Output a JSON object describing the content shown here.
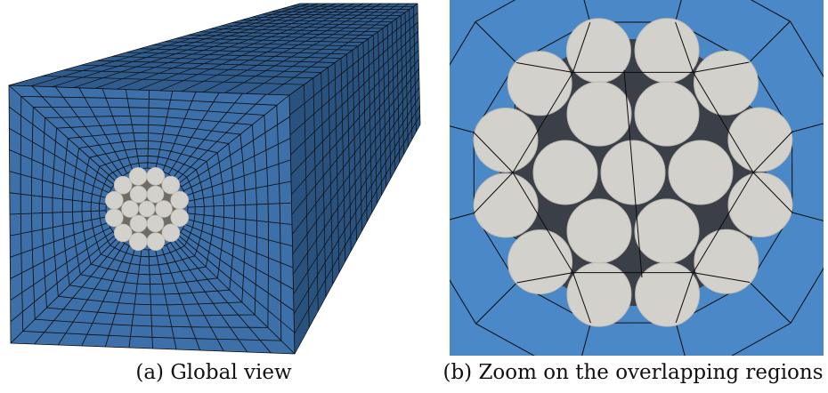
{
  "figure": {
    "panels": [
      {
        "id": "a",
        "caption": "(a) Global view"
      },
      {
        "id": "b",
        "caption": "(b) Zoom on the overlapping regions"
      }
    ],
    "colors": {
      "mesh_front": "#3d6fa8",
      "mesh_top": "#2f5b8d",
      "mesh_side": "#2a527f",
      "zoom_background": "#4a88c7",
      "wires": "#d3d1cb",
      "wire_shadow": "#6f6c66",
      "mesh_lines": "#0c0c0c"
    }
  }
}
